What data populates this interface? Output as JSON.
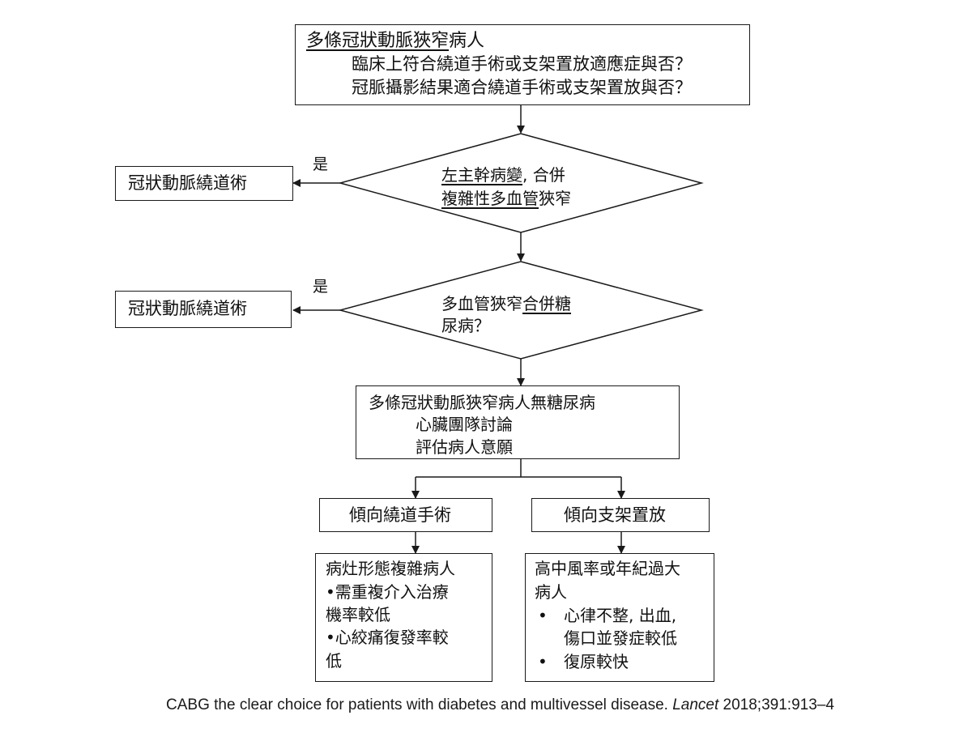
{
  "top_box": {
    "title_underlined": "多條冠狀動脈狹窄",
    "title_rest": "病人",
    "line2": "臨床上符合繞道手術或支架置放適應症與否？",
    "line3": "冠脈攝影結果適合繞道手術或支架置放與否？"
  },
  "decision1": {
    "part1_underlined": "左主幹病變",
    "part1_rest": ", 合併",
    "part2_underlined": "複雜性多血管",
    "part2_rest": "狹窄",
    "yes_label": "是",
    "yes_outcome": "冠狀動脈繞道術"
  },
  "decision2": {
    "part1": "多血管狹窄",
    "part1_underlined": "合併糖",
    "part2": "尿病？",
    "yes_label": "是",
    "yes_outcome": "冠狀動脈繞道術"
  },
  "middle_box": {
    "line1": "多條冠狀動脈狹窄病人無糖尿病",
    "line2": "心臟團隊討論",
    "line3": "評估病人意願"
  },
  "left_branch": {
    "header": "傾向繞道手術",
    "detail_lines": [
      "病灶形態複雜病人",
      "•需重複介入治療",
      "機率較低",
      "•心絞痛復發率較",
      "低"
    ]
  },
  "right_branch": {
    "header": "傾向支架置放",
    "detail_line1": "高中風率或年紀過大",
    "detail_line2": "病人",
    "bullet_mark": "•",
    "bullet1_a": "心律不整, 出血,",
    "bullet1_b": "傷口並發症較低",
    "bullet2": "復原較快"
  },
  "citation": {
    "text": "CABG the clear choice for patients with diabetes and multivessel disease. ",
    "journal": "Lancet",
    "ref": " 2018;391:913–4"
  }
}
